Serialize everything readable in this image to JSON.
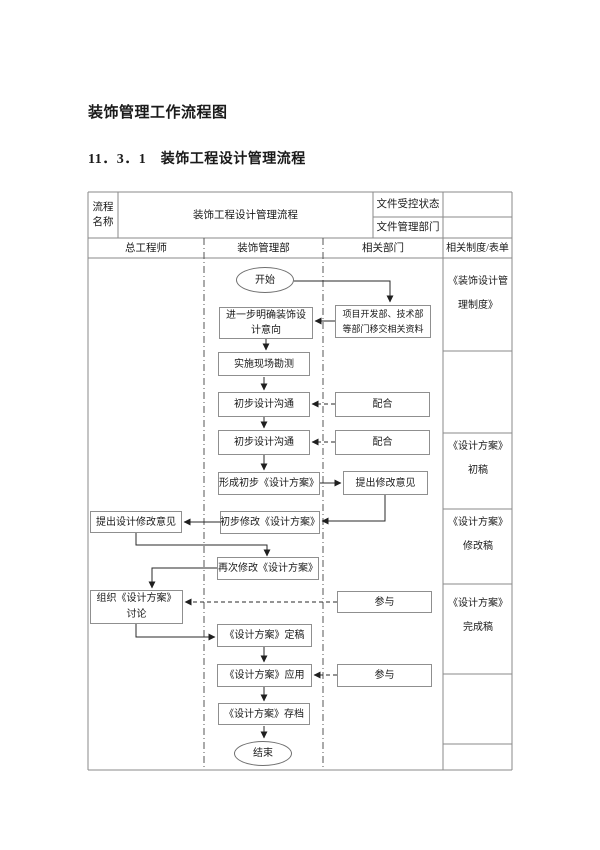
{
  "page": {
    "title": "装饰管理工作流程图",
    "section_heading": "11．3．1　装饰工程设计管理流程"
  },
  "form_header": {
    "process_name_label": "流程名称",
    "process_name_value": "装饰工程设计管理流程",
    "controlled_state_label": "文件受控状态",
    "controlled_state_value": "",
    "file_dept_label": "文件管理部门",
    "file_dept_value": ""
  },
  "lanes": {
    "chief_engineer": "总工程师",
    "decoration_dept": "装饰管理部",
    "related_depts": "相关部门",
    "related_docs": "相关制度/表单"
  },
  "flowchart": {
    "start": "开始",
    "handover": "项目开发部、技术部等部门移交相关资料",
    "clarify_intent": "进一步明确装饰设计意向",
    "site_survey": "实施现场勘测",
    "design_comm_1": "初步设计沟通",
    "cooperate_1": "配合",
    "design_comm_2": "初步设计沟通",
    "cooperate_2": "配合",
    "form_initial_plan": "形成初步《设计方案》",
    "propose_modifications": "提出修改意见",
    "initial_revision": "初步修改《设计方案》",
    "chief_modifications": "提出设计修改意见",
    "second_revision": "再次修改《设计方案》",
    "organize_discussion": "组织《设计方案》讨论",
    "participate_1": "参与",
    "finalize_plan": "《设计方案》定稿",
    "apply_plan": "《设计方案》应用",
    "participate_2": "参与",
    "archive_plan": "《设计方案》存档",
    "end": "结束"
  },
  "sidebar": {
    "design_mgmt_system": "《装饰设计管理制度》",
    "plan_first_draft": "《设计方案》初稿",
    "plan_revised_draft": "《设计方案》修改稿",
    "plan_final_draft": "《设计方案》完成稿"
  },
  "colors": {
    "ink": "#1a1a1a",
    "box_border": "#8f8f8f",
    "table_line": "#8a8a8a"
  }
}
